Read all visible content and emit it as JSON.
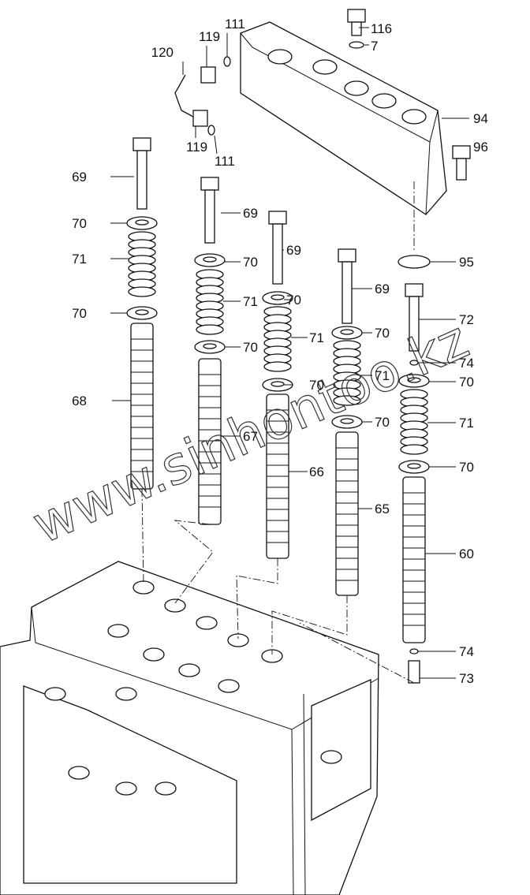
{
  "diagram": {
    "watermark": "www.sinhontoo.kz",
    "labels": [
      "116",
      "7",
      "94",
      "96",
      "120",
      "119",
      "111",
      "119",
      "111",
      "69",
      "70",
      "71",
      "70",
      "68",
      "69",
      "70",
      "71",
      "70",
      "67",
      "69",
      "70",
      "71",
      "70",
      "66",
      "69",
      "70",
      "71",
      "70",
      "65",
      "95",
      "72",
      "74",
      "70",
      "71",
      "70",
      "60",
      "74",
      "73"
    ]
  }
}
